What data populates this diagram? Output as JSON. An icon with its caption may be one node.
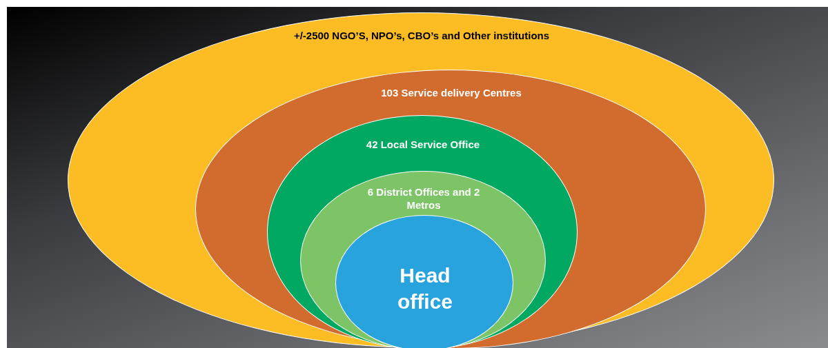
{
  "diagram": {
    "nodes": [
      {
        "text": [
          "+/-2500 NGO’S, NPO’s, CBO’s and Other institutions"
        ]
      },
      {
        "text": [
          "103  Service delivery  Centres"
        ],
        "in": 0
      },
      {
        "text": [
          "42 Local Service  Office"
        ],
        "in": 1
      },
      {
        "text": [
          "6 District Offices and 2 Metros"
        ],
        "in": 2
      },
      {
        "text": [
          "Head office"
        ],
        "in": 3
      }
    ]
  }
}
